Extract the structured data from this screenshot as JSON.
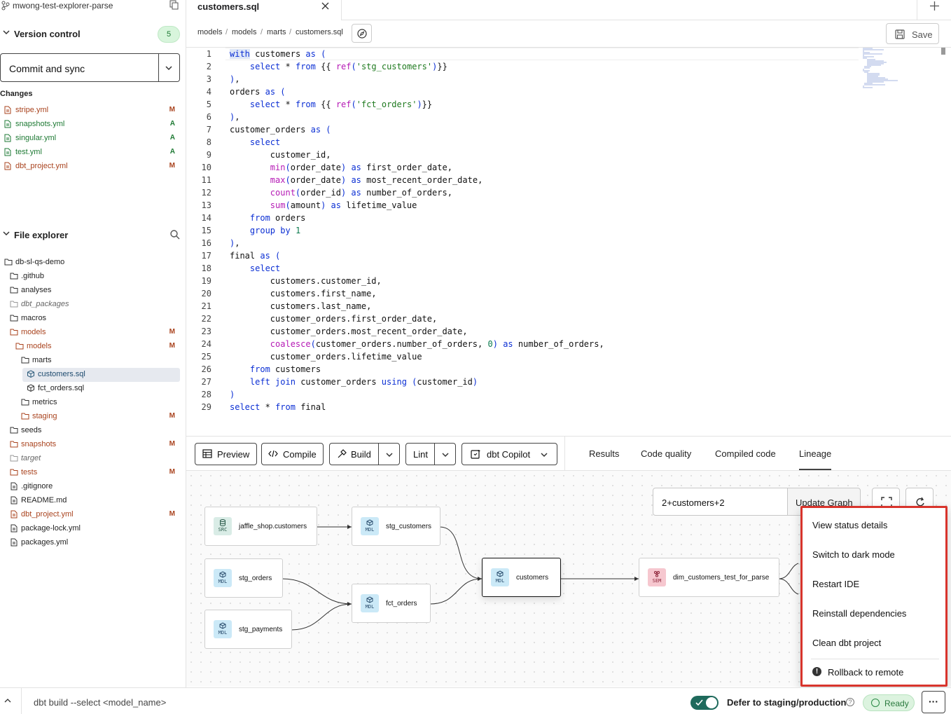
{
  "project": {
    "name": "mwong-test-explorer-parse"
  },
  "version_control": {
    "title": "Version control",
    "count": "5",
    "commit_label": "Commit and sync",
    "changes_title": "Changes",
    "changes": [
      {
        "name": "stripe.yml",
        "status": "M"
      },
      {
        "name": "snapshots.yml",
        "status": "A"
      },
      {
        "name": "singular.yml",
        "status": "A"
      },
      {
        "name": "test.yml",
        "status": "A"
      },
      {
        "name": "dbt_project.yml",
        "status": "M"
      }
    ]
  },
  "file_explorer": {
    "title": "File explorer",
    "tree": [
      {
        "name": "db-sl-qs-demo",
        "status": ""
      },
      {
        "name": ".github",
        "status": ""
      },
      {
        "name": "analyses",
        "status": ""
      },
      {
        "name": "dbt_packages",
        "status": ""
      },
      {
        "name": "macros",
        "status": ""
      },
      {
        "name": "models",
        "status": "M"
      },
      {
        "name": "models",
        "status": "M"
      },
      {
        "name": "marts",
        "status": ""
      },
      {
        "name": "customers.sql",
        "status": ""
      },
      {
        "name": "fct_orders.sql",
        "status": ""
      },
      {
        "name": "metrics",
        "status": ""
      },
      {
        "name": "staging",
        "status": "M"
      },
      {
        "name": "seeds",
        "status": ""
      },
      {
        "name": "snapshots",
        "status": "M"
      },
      {
        "name": "target",
        "status": ""
      },
      {
        "name": "tests",
        "status": "M"
      },
      {
        "name": ".gitignore",
        "status": ""
      },
      {
        "name": "README.md",
        "status": ""
      },
      {
        "name": "dbt_project.yml",
        "status": "M"
      },
      {
        "name": "package-lock.yml",
        "status": ""
      },
      {
        "name": "packages.yml",
        "status": ""
      }
    ]
  },
  "editor": {
    "tab": "customers.sql",
    "breadcrumb": [
      "models",
      "models",
      "marts",
      "customers.sql"
    ],
    "save_label": "Save",
    "lines": [
      "with customers as (",
      "    select * from {{ ref('stg_customers')}}",
      "),",
      "orders as (",
      "    select * from {{ ref('fct_orders')}}",
      "),",
      "customer_orders as (",
      "    select",
      "        customer_id,",
      "        min(order_date) as first_order_date,",
      "        max(order_date) as most_recent_order_date,",
      "        count(order_id) as number_of_orders,",
      "        sum(amount) as lifetime_value",
      "    from orders",
      "    group by 1",
      "),",
      "final as (",
      "    select",
      "        customers.customer_id,",
      "        customers.first_name,",
      "        customers.last_name,",
      "        customer_orders.first_order_date,",
      "        customer_orders.most_recent_order_date,",
      "        coalesce(customer_orders.number_of_orders, 0) as number_of_orders,",
      "        customer_orders.lifetime_value",
      "    from customers",
      "    left join customer_orders using (customer_id)",
      ")",
      "select * from final"
    ]
  },
  "toolbar": {
    "preview": "Preview",
    "compile": "Compile",
    "build": "Build",
    "lint": "Lint",
    "copilot": "dbt Copilot",
    "tabs": [
      "Results",
      "Code quality",
      "Compiled code",
      "Lineage"
    ]
  },
  "lineage": {
    "selector": "2+customers+2",
    "update_label": "Update Graph",
    "nodes": [
      {
        "name": "jaffle_shop.customers",
        "type": "SRC"
      },
      {
        "name": "stg_customers",
        "type": "MDL"
      },
      {
        "name": "stg_orders",
        "type": "MDL"
      },
      {
        "name": "stg_payments",
        "type": "MDL"
      },
      {
        "name": "fct_orders",
        "type": "MDL"
      },
      {
        "name": "customers",
        "type": "MDL"
      },
      {
        "name": "dim_customers_test_for_parse",
        "type": "SEM"
      }
    ]
  },
  "menu": {
    "items": [
      "View status details",
      "Switch to dark mode",
      "Restart IDE",
      "Reinstall dependencies",
      "Clean dbt project"
    ],
    "danger": "Rollback to remote",
    "danger_icon": "!"
  },
  "status": {
    "command_placeholder": "dbt build --select <model_name>",
    "defer": "Defer to staging/production",
    "help": "?",
    "ready": "Ready",
    "more": "···"
  },
  "colors": {
    "modified": "#a9431e",
    "added": "#1e7a34",
    "highlight": "#d8342c",
    "toggle": "#1e6a5c"
  }
}
